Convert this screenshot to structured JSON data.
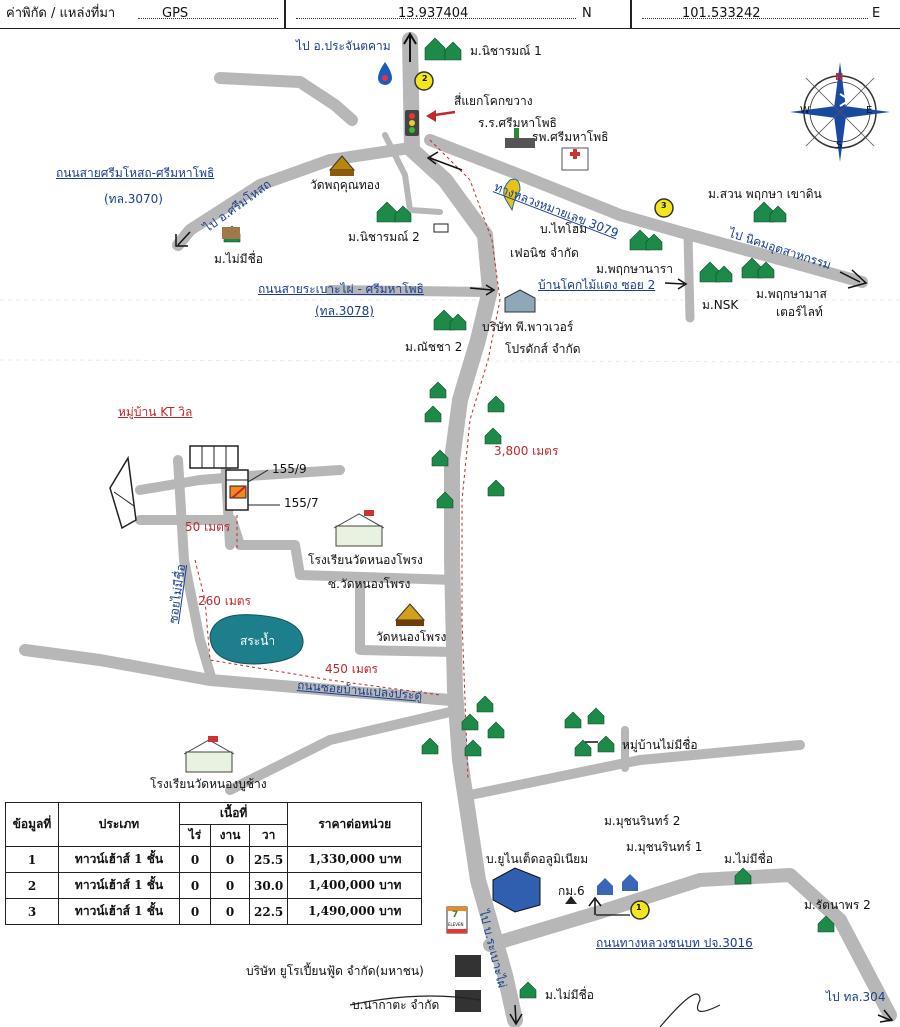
{
  "header": {
    "label": "ค่าพิกัด / แหล่งที่มา",
    "source": "GPS",
    "lat": "13.937404",
    "lat_dir": "N",
    "lon": "101.533242",
    "lon_dir": "E"
  },
  "compass": {
    "n": "N",
    "s": "S",
    "e": "E",
    "w": "W"
  },
  "labels": {
    "to_prachantakham": "ไป อ.ประจันตคาม",
    "nicharm1": "ม.นิชารมณ์ 1",
    "junction": "สี่แยกโคกขวาง",
    "school_srimahaphot": "ร.ร.ศรีมหาโพธิ",
    "hospital": "รพ.ศรีมหาโพธิ",
    "highway3079": "ทางหลวงหมายเลข 3079",
    "road3070_name": "ถนนสายศรีมโหสถ-ศรีมหาโพธิ",
    "road3070_code": "(ทล.3070)",
    "to_srimahosot": "ไป อ.ศรีมโหสถ",
    "wat_phrukhuthong": "วัดพฤคุณทอง",
    "nomane": "ม.ไม่มีชื่อ",
    "nicharm2": "ม.นิชารมณ์ 2",
    "suan_phruksa": "ม.สวน พฤกษา เขาดิน",
    "to_industrial": "ไป นิคมอุตสาหกรรม",
    "b_thaihome": "บ.ไทโฮม",
    "furniture": "เฟอนิช จำกัด",
    "phruksa_nara": "ม.พฤกษานารา",
    "ban_khok_soi2": "บ้านโคกไม้แดง ซอย 2",
    "nsk": "ม.NSK",
    "phruksa_mas": "ม.พฤกษามาส",
    "therlight": "เตอร์ไลท์",
    "road3078_name": "ถนนสายระเบาะไผ่ - ศรีมหาโพธิ",
    "road3078_code": "(ทล.3078)",
    "p_power": "บริษัท พี.พาวเวอร์",
    "products": "โปรดักส์ จำกัด",
    "natcha2": "ม.ณัชชา 2",
    "kt_ville": "หมู่บ้าน KT วิล",
    "dist_3800": "3,800 เมตร",
    "plot_1559": "155/9",
    "plot_1557": "155/7",
    "dist_50": "50 เมตร",
    "school_watnongphrong": "โรงเรียนวัดหนองโพรง",
    "soi_watnongphrong": "ซ.วัดหนองโพรง",
    "soi_nomane": "ซอยไม่มีชื่อ",
    "dist_260": "260 เมตร",
    "pond": "สระน้ำ",
    "wat_nongphrong": "วัดหนองโพรง",
    "dist_450": "450 เมตร",
    "road_banplaeng": "ถนนซอยบ้านแปลงประดู่",
    "village_nomane": "หมู่บ้านไม่มีชื่อ",
    "school_nongbuchang": "โรงเรียนวัดหนองบูช้าง",
    "mu_chonrin2": "ม.มุชนรินทร์ 2",
    "mu_chonrin1": "ม.มุชนรินทร์ 1",
    "nomane2": "ม.ไม่มีชื่อ",
    "united_alu": "บ.ยูไนเต็ดอลูมิเนียม",
    "kor_mor6": "กม.6",
    "ratnaporn2": "ม.รัตนาพร 2",
    "road3016": "ถนนทางหลวงชนบท ปจ.3016",
    "to_rabaophai": "ไป บ.ระเบาะไผ่",
    "to_304": "ไป ทล.304",
    "eurofood": "บริษัท ยูโรเปี้ยนฟู้ด จำกัด(มหาชน)",
    "nakatsu": "บ.นากาตะ จำกัด",
    "nomane3": "ม.ไม่มีชื่อ",
    "marker1": "1",
    "marker2": "2",
    "marker3": "3",
    "seven": "7",
    "eleven": "ELEVEN"
  },
  "table": {
    "h_no": "ข้อมูลที่",
    "h_type": "ประเภท",
    "h_area": "เนื้อที่",
    "h_rai": "ไร่",
    "h_ngan": "งาน",
    "h_wa": "วา",
    "h_price": "ราคาต่อหน่วย",
    "rows": [
      {
        "no": "1",
        "type": "ทาวน์เฮ้าส์ 1 ชั้น",
        "rai": "0",
        "ngan": "0",
        "wa": "25.5",
        "price": "1,330,000 บาท"
      },
      {
        "no": "2",
        "type": "ทาวน์เฮ้าส์ 1 ชั้น",
        "rai": "0",
        "ngan": "0",
        "wa": "30.0",
        "price": "1,400,000 บาท"
      },
      {
        "no": "3",
        "type": "ทาวน์เฮ้าส์ 1 ชั้น",
        "rai": "0",
        "ngan": "0",
        "wa": "22.5",
        "price": "1,490,000 บาท"
      }
    ]
  },
  "colors": {
    "road": "#b7b7b7",
    "label_blue": "#1a3f8f",
    "distance_red": "#c0282a",
    "pond": "#1d7f8c",
    "marker_yellow": "#f4e61c"
  }
}
